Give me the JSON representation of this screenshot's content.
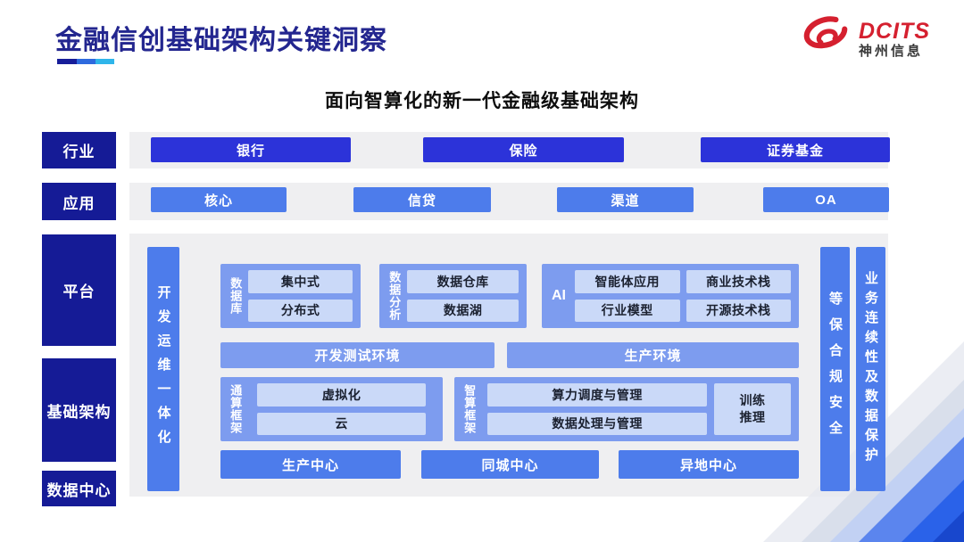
{
  "header": {
    "title": "金融信创基础架构关键洞察",
    "logo": {
      "brand": "DCITS",
      "company": "神州信息"
    }
  },
  "subtitle": "面向智算化的新一代金融级基础架构",
  "left_labels": [
    "行业",
    "应用",
    "平台",
    "基础架构",
    "数据中心"
  ],
  "industry_row": {
    "items": [
      "银行",
      "保险",
      "证券基金"
    ]
  },
  "application_row": {
    "items": [
      "核心",
      "信贷",
      "渠道",
      "OA"
    ]
  },
  "platform": {
    "devops_bar": "开发运维一体化",
    "security_bar": "等保合规安全",
    "continuity_bar": "业务连续性及数据保护",
    "database": {
      "label": "数据库",
      "items": [
        "集中式",
        "分布式"
      ]
    },
    "analytics": {
      "label": "数据分析",
      "items": [
        "数据仓库",
        "数据湖"
      ]
    },
    "ai": {
      "label": "AI",
      "items": [
        "智能体应用",
        "商业技术栈",
        "行业模型",
        "开源技术栈"
      ]
    },
    "environments": [
      "开发测试环境",
      "生产环境"
    ],
    "general_compute": {
      "label": "通算框架",
      "items": [
        "虚拟化",
        "云"
      ]
    },
    "intelligent_compute": {
      "label": "智算框架",
      "items": [
        "算力调度与管理",
        "数据处理与管理"
      ],
      "side_item": "训练\n推理"
    },
    "centers": [
      "生产中心",
      "同城中心",
      "异地中心"
    ]
  },
  "colors": {
    "title_navy": "#23268f",
    "rail_navy": "#151b96",
    "industry_blue": "#2c33d9",
    "primary_blue": "#4d7ceb",
    "soft_blue": "#7d9cef",
    "chip_blue": "#cad9f8",
    "panel_gray": "#efeff1",
    "brand_red": "#d5202f",
    "underline_segments": [
      "#171d99",
      "#2e6ade",
      "#2fb5ea"
    ]
  }
}
